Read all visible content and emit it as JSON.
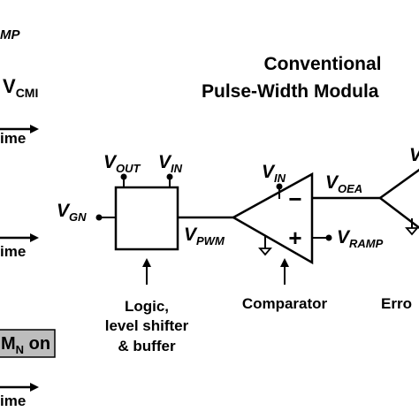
{
  "left_panel": {
    "ramp_label": "MP",
    "cmi_label_main": "V",
    "cmi_label_sub": "CMI",
    "time_axis_1": "ime",
    "time_axis_2": "ime",
    "mn_on_main": "M",
    "mn_on_sub": "N",
    "mn_on_suffix": " on",
    "time_axis_3": "ime"
  },
  "title": {
    "line1": "Conventional",
    "line2": "Pulse-Width Modula"
  },
  "logic_block": {
    "vout_main": "V",
    "vout_sub": "OUT",
    "vin_main": "V",
    "vin_sub": "IN",
    "vgn_main": "V",
    "vgn_sub": "GN",
    "caption_line1": "Logic,",
    "caption_line2": "level shifter",
    "caption_line3": "& buffer"
  },
  "pwm_signal": {
    "main": "V",
    "sub": "PWM"
  },
  "comparator": {
    "vin_main": "V",
    "vin_sub": "IN",
    "minus_sign": "−",
    "plus_sign": "+",
    "vramp_main": "V",
    "vramp_sub": "RAMP",
    "caption": "Comparator"
  },
  "error_amp": {
    "voea_main": "V",
    "voea_sub": "OEA",
    "top_label_main": "V",
    "caption": "Erro"
  },
  "colors": {
    "line": "#000000",
    "mn_box_fill": "#bdbdbd"
  }
}
